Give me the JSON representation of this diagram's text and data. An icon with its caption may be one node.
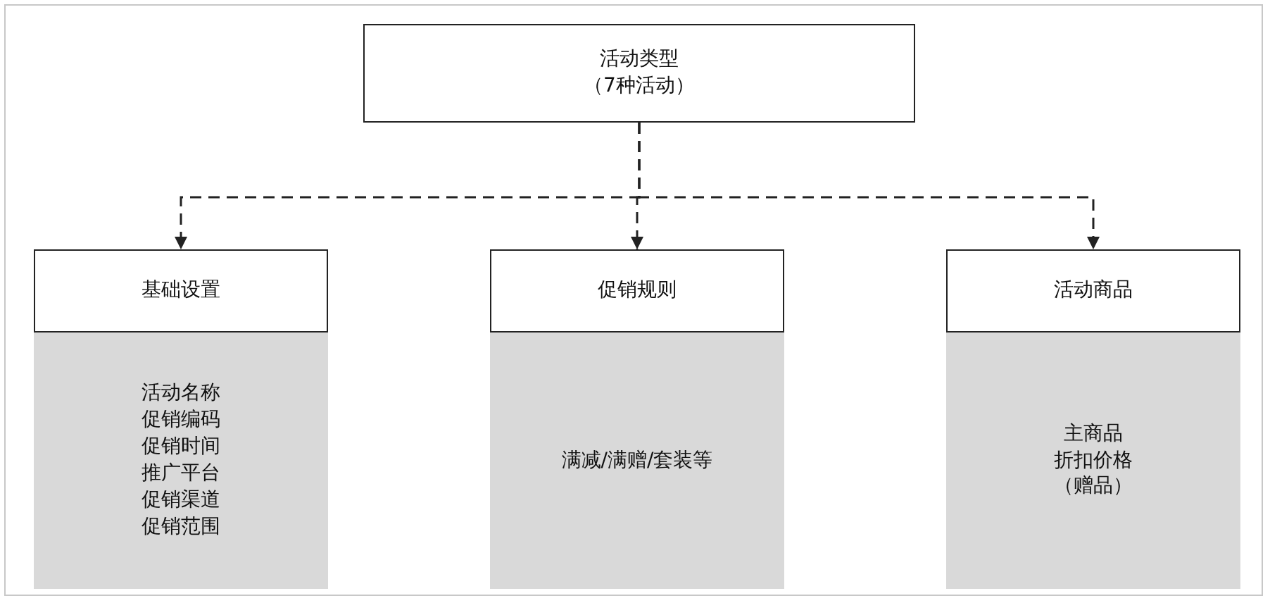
{
  "diagram": {
    "nodes": [
      {
        "text": [
          "活动类型",
          "（7种活动）"
        ]
      },
      {
        "text": [
          "基础设置"
        ]
      },
      {
        "text": [
          "活动名称",
          "促销编码",
          "促销时间",
          "推广平台",
          "促销渠道",
          "促销范围"
        ]
      },
      {
        "text": [
          "促销规则"
        ]
      },
      {
        "text": [
          "满减/满赠/套装等"
        ]
      },
      {
        "text": [
          "活动商品"
        ]
      },
      {
        "text": [
          "主商品",
          "折扣价格",
          "（赠品）"
        ]
      }
    ],
    "edges": [
      {
        "from": 0,
        "to": 1,
        "arrow": "to",
        "style": "dashed"
      },
      {
        "from": 0,
        "to": 3,
        "arrow": "to",
        "style": "dashed"
      },
      {
        "from": 0,
        "to": 5,
        "arrow": "to",
        "style": "dashed"
      }
    ]
  }
}
